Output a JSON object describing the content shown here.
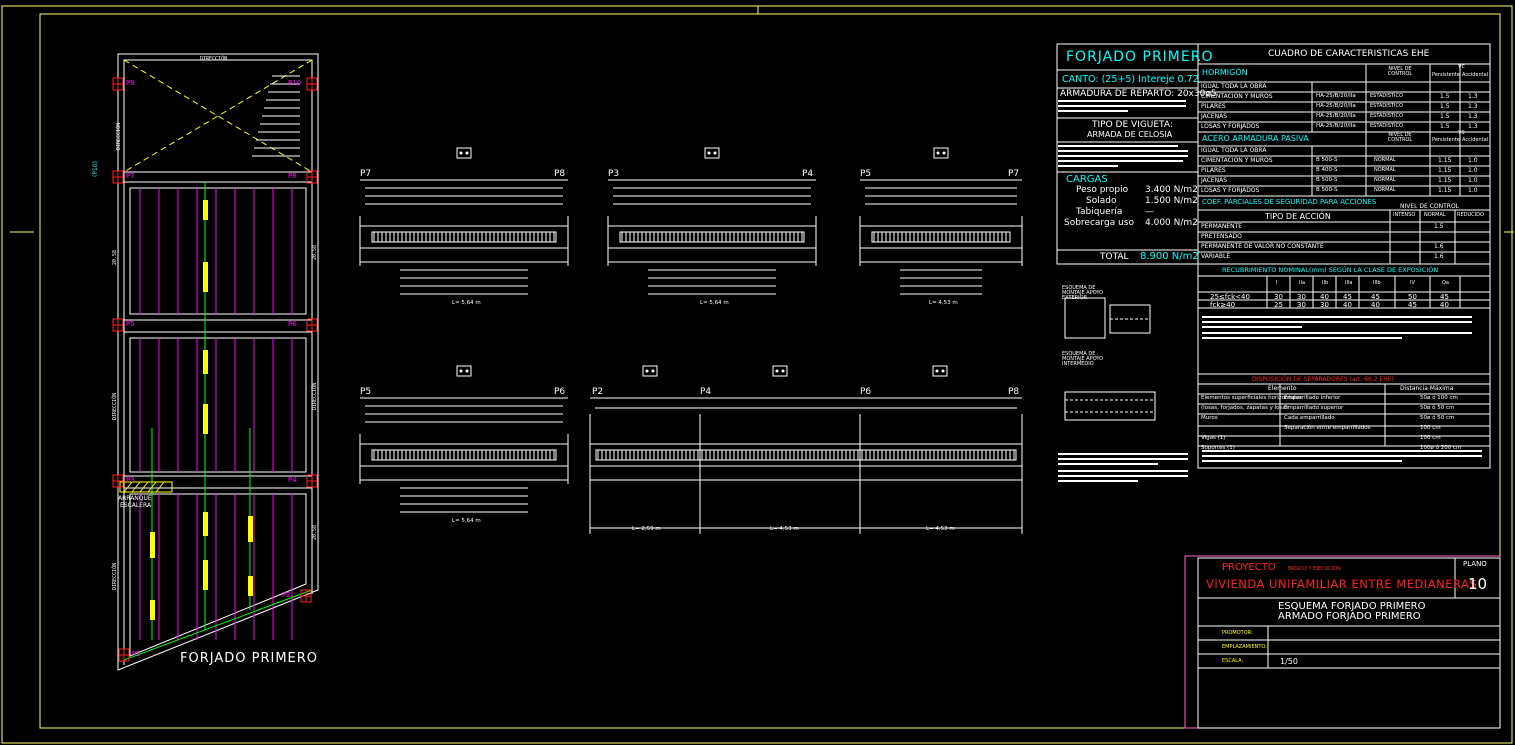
{
  "colors": {
    "background": "#000000",
    "frame": "#ffff66",
    "slab_lines": "#ffffff",
    "magenta": "#ff00ff",
    "green": "#00ff00",
    "cyan": "#00ffff",
    "red": "#ff2020",
    "yellow": "#ffff00",
    "title_pink": "#ff66cc"
  },
  "plan": {
    "title": "FORJADO PRIMERO",
    "columns": [
      "P9",
      "P10",
      "P7",
      "P8",
      "P5",
      "P6",
      "P3",
      "P4",
      "P1",
      "P2"
    ],
    "stair_label_1": "ARRANQUE",
    "stair_label_2": "ESCALERA",
    "side_mark": "(P10)"
  },
  "beam_details": {
    "top_row": [
      {
        "left": "P7",
        "right": "P8",
        "length": "L= 5,64 m"
      },
      {
        "left": "P3",
        "right": "P4",
        "length": "L= 5,64 m"
      },
      {
        "left": "P5",
        "right": "P7",
        "length": "L= 4,53 m"
      }
    ],
    "bottom_row": [
      {
        "left": "P5",
        "right": "P6",
        "length": "L= 5,64 m"
      },
      {
        "left": "P2",
        "mid1": "P4",
        "mid2": "P6",
        "right": "P8",
        "length_a": "L= 2,59 m",
        "length_b": "L= 4,53 m",
        "length_c": "L= 4,53 m"
      }
    ]
  },
  "forjado": {
    "title": "FORJADO PRIMERO",
    "canto": "CANTO: (25+5)  Intereje 0.72",
    "armadura": "ARMADURA DE REPARTO: 20x30ø5",
    "tipo_title": "TIPO DE VIGUETA:",
    "tipo_sub": "ARMADA DE CELOSIA",
    "cargas_title": "CARGAS",
    "loads": [
      {
        "name": "Peso propio",
        "value": "3.400 N/m2"
      },
      {
        "name": "Solado",
        "value": "1.500 N/m2"
      },
      {
        "name": "Tabiquería",
        "value": "—"
      },
      {
        "name": "Sobrecarga uso",
        "value": "4.000 N/m2"
      }
    ],
    "total_label": "TOTAL",
    "total_value": "8.900 N/m2",
    "detail_label_1": "ESQUEMA DE MONTAJE APOYO EXTERIOR",
    "detail_label_2": "ESQUEMA DE MONTAJE APOYO INTERMEDIO"
  },
  "ehe": {
    "title": "CUADRO DE CARACTERISTICAS  EHE",
    "hormigon": "HORMIGÓN",
    "nivel": "NIVEL DE CONTROL",
    "gamma_c": "γc",
    "col_persistente": "Persistente",
    "col_accidental": "Accidental",
    "hormigon_rows": [
      {
        "elem": "IGUAL TODA LA OBRA",
        "tipo": "",
        "ctrl": "",
        "p": "",
        "a": ""
      },
      {
        "elem": "CIMENTACION  Y  MUROS",
        "tipo": "HA-25/B/20/IIa",
        "ctrl": "ESTADISTICO",
        "p": "1.5",
        "a": "1.3"
      },
      {
        "elem": "PILARES",
        "tipo": "HA-25/B/20/IIa",
        "ctrl": "ESTADISTICO",
        "p": "1.5",
        "a": "1.3"
      },
      {
        "elem": "JACENAS",
        "tipo": "HA-25/B/20/IIa",
        "ctrl": "ESTADISTICO",
        "p": "1.5",
        "a": "1.3"
      },
      {
        "elem": "LOSAS  Y  FORJADOS",
        "tipo": "HA-25/B/20/IIa",
        "ctrl": "ESTADISTICO",
        "p": "1.5",
        "a": "1.3"
      }
    ],
    "acero": "ACERO  ARMADURA  PASIVA",
    "gamma_s": "γs",
    "acero_rows": [
      {
        "elem": "IGUAL TODA LA OBRA",
        "tipo": "",
        "ctrl": "",
        "p": "",
        "a": ""
      },
      {
        "elem": "CIMENTACION  Y  MUROS",
        "tipo": "B 500-S",
        "ctrl": "NORMAL",
        "p": "1.15",
        "a": "1.0"
      },
      {
        "elem": "PILARES",
        "tipo": "B 400-S",
        "ctrl": "NORMAL",
        "p": "1.15",
        "a": "1.0"
      },
      {
        "elem": "JACENAS",
        "tipo": "B 500-S",
        "ctrl": "NORMAL",
        "p": "1.15",
        "a": "1.0"
      },
      {
        "elem": "LOSAS  Y  FORJADOS",
        "tipo": "B 500-S",
        "ctrl": "NORMAL",
        "p": "1.15",
        "a": "1.0"
      }
    ],
    "coef_title": "COEF. PARCIALES DE SEGURIDAD PARA ACCIONES",
    "nivel_control": "NIVEL DE CONTROL",
    "tipo_accion": "TIPO  DE  ACCIÓN",
    "intenso": "INTENSO",
    "normal": "NORMAL",
    "reducido": "REDUCIDO",
    "acciones": [
      {
        "name": "PERMANENTE",
        "val": "1.5"
      },
      {
        "name": "PRETENSADO",
        "val": ""
      },
      {
        "name": "PERMANENTE  DE  VALOR  NO  CONSTANTE",
        "val": "1.6"
      },
      {
        "name": "VARIABLE",
        "val": "1.6"
      }
    ],
    "recubrimiento": "RECUBRIMIENTO NOMINAL(mm) SEGÚN LA CLASE DE EXPOSICIÓN",
    "rec_header": [
      "I",
      "IIa",
      "IIb",
      "IIIa",
      "IIIb",
      "IV",
      "Qa"
    ],
    "rec_rows": [
      {
        "label": "25≤fck<40",
        "vals": [
          "30",
          "30",
          "40",
          "45",
          "45",
          "50",
          "45"
        ]
      },
      {
        "label": "fck≥40",
        "vals": [
          "25",
          "30",
          "30",
          "40",
          "40",
          "45",
          "40"
        ]
      }
    ],
    "disposicion": "DISPOSICIÓN DE SEPARADORES (art. 66.2 EHE)",
    "elemento": "Elemento",
    "distancia": "Distancia Máxima",
    "sep_rows": [
      {
        "a": "Elementos superficiales horizontales",
        "b": "Emparrillado inferior",
        "c": "50ø ó 100 cm"
      },
      {
        "a": "(losas, forjados, zapatas y losas",
        "b": "Emparrillado superior",
        "c": "50ø ó 50 cm"
      },
      {
        "a": "Muros",
        "b": "Cada emparrillado",
        "c": "50ø ó 50 cm"
      },
      {
        "a": "",
        "b": "Separación entre emparrillados",
        "c": "100 cm"
      },
      {
        "a": "Vigas (1)",
        "b": "",
        "c": "100 cm"
      },
      {
        "a": "Soportes (1)",
        "b": "",
        "c": "100ø ó 200 cm"
      }
    ]
  },
  "title_block": {
    "proyecto": "PROYECTO",
    "proyecto_sub": "BASICO Y EJECUCION",
    "vivienda": "VIVIENDA UNIFAMILIAR ENTRE MEDIANERAS",
    "plano_label": "PLANO",
    "plano_num": "10",
    "esquema1": "ESQUEMA FORJADO PRIMERO",
    "esquema2": "ARMADO FORJADO PRIMERO",
    "promotor": "PROMOTOR:",
    "emplazamiento": "EMPLAZAMIENTO:",
    "escala_label": "ESCALA:",
    "escala": "1/50"
  }
}
